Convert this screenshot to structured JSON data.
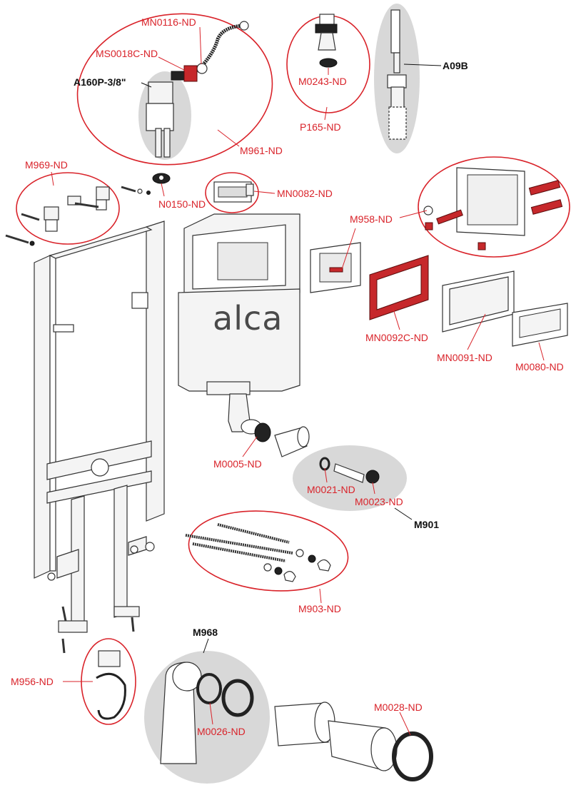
{
  "brand": "alca",
  "labels": {
    "mn0116": "MN0116-ND",
    "ms0018c": "MS0018C-ND",
    "a160p": "A160P-3/8\"",
    "m961": "M961-ND",
    "m0243": "M0243-ND",
    "p165": "P165-ND",
    "a09b": "A09B",
    "m969": "M969-ND",
    "n0150": "N0150-ND",
    "mn0082": "MN0082-ND",
    "m958": "M958-ND",
    "mn0092c": "MN0092C-ND",
    "mn0091": "MN0091-ND",
    "m0080": "M0080-ND",
    "m0005": "M0005-ND",
    "m0021": "M0021-ND",
    "m0023": "M0023-ND",
    "m901": "M901",
    "m903": "M903-ND",
    "m968": "M968",
    "m956": "M956-ND",
    "m0026": "M0026-ND",
    "m0028": "M0028-ND"
  },
  "colors": {
    "callout_red": "#d9232a",
    "group_grey": "#d8d8d8",
    "text_black": "#111111"
  }
}
